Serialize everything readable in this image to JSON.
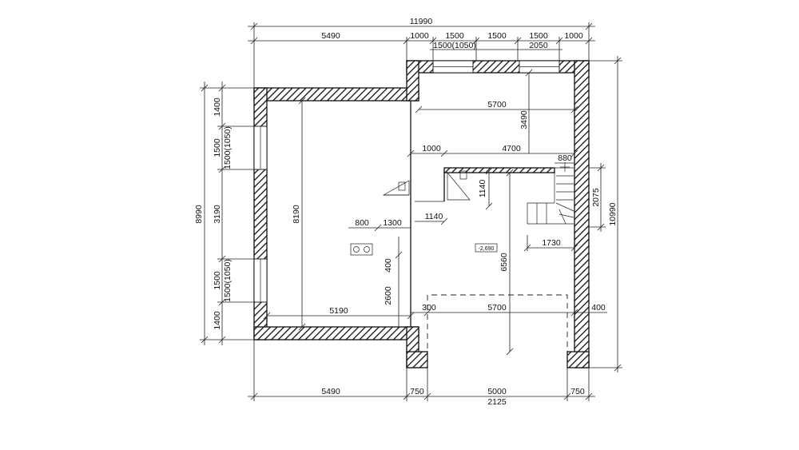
{
  "plan": {
    "overall_top": "11990",
    "top_dims": [
      "5490",
      "1000",
      "1500",
      "1500",
      "1500",
      "1000"
    ],
    "top_sub": [
      "1500(1050)",
      "2050"
    ],
    "bottom_dims": [
      "5490",
      "750",
      "5000",
      "750"
    ],
    "bottom_total": "2125",
    "left_total": "8990",
    "left_dims": [
      "1400",
      "1500",
      "1500(1050)",
      "3190",
      "1500",
      "1500(1050)",
      "1400"
    ],
    "right_total": "10990",
    "right_dims": [
      "2075"
    ],
    "inner": {
      "d5700_top": "5700",
      "d3490": "3490",
      "d1000": "1000",
      "d4700": "4700",
      "d880": "880",
      "d1140_v": "1140",
      "d1140_h": "1140",
      "d8190": "8190",
      "d800": "800",
      "d1300": "1300",
      "d400_v": "400",
      "d2600": "2600",
      "d5190": "5190",
      "d300": "300",
      "d5700_bottom": "5700",
      "d400_h": "400",
      "d6560": "6560",
      "d1730": "1730",
      "level_mark": "-2,690"
    }
  }
}
